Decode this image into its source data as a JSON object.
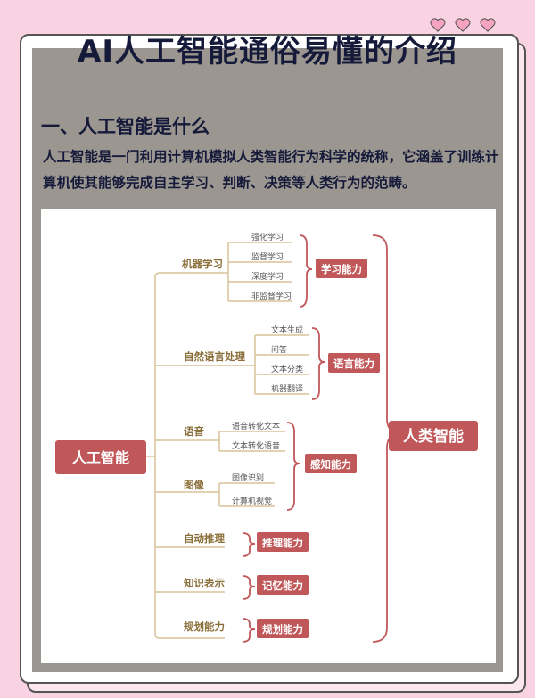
{
  "title": "AI人工智能通俗易懂的介绍",
  "section": {
    "heading": "一、人工智能是什么",
    "paragraph": "人工智能是一门利用计算机模拟人类智能行为科学的统称，它涵盖了训练计算机使其能够完成自主学习、判断、决策等人类行为的范畴。"
  },
  "diagram": {
    "root": "人工智能",
    "result": "人类智能",
    "branches": {
      "ml": {
        "label": "机器学习",
        "leaves": [
          "强化学习",
          "监督学习",
          "深度学习",
          "非监督学习"
        ],
        "ability": "学习能力"
      },
      "nlp": {
        "label": "自然语言处理",
        "leaves": [
          "文本生成",
          "问答",
          "文本分类",
          "机器翻译"
        ],
        "ability": "语言能力"
      },
      "speech": {
        "label": "语音",
        "leaves": [
          "语音转化文本",
          "文本转化语音"
        ]
      },
      "image": {
        "label": "图像",
        "leaves": [
          "图像识别",
          "计算机视觉"
        ]
      },
      "perception_ability": "感知能力",
      "reasoning": {
        "label": "自动推理",
        "ability": "推理能力"
      },
      "knowledge": {
        "label": "知识表示",
        "ability": "记忆能力"
      },
      "planning": {
        "label": "规划能力",
        "ability": "规划能力"
      }
    }
  },
  "colors": {
    "background": "#f9d3e1",
    "frame": "#9c9690",
    "title_text": "#151a3a",
    "node_fill": "#c0585a",
    "line_brown": "#d8c49a",
    "line_red": "#c0585a"
  },
  "icons": [
    "heart-icon",
    "heart-icon",
    "heart-icon"
  ]
}
